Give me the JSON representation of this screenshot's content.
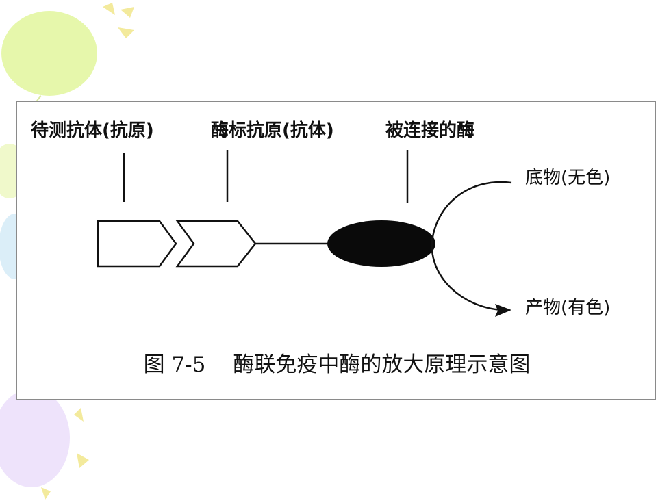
{
  "colors": {
    "balloon_green": "#e3f6a2",
    "balloon_blue": "#d7ecf7",
    "balloon_purple": "#ece0fb",
    "ray_yellow": "#f3ea9c",
    "figure_border": "#8a8a8a",
    "ink": "#111111"
  },
  "diagram": {
    "labels": {
      "test_antibody": "待测抗体(抗原)",
      "enzyme_labeled": "酶标抗原(抗体)",
      "bound_enzyme": "被连接的酶",
      "substrate": "底物(无色)",
      "product": "产物(有色)"
    },
    "caption": {
      "number": "图 7-5",
      "title": "酶联免疫中酶的放大原理示意图"
    }
  }
}
